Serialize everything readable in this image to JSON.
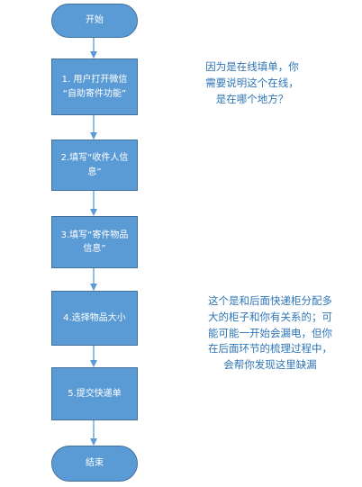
{
  "flowchart": {
    "start": "开始",
    "steps": [
      "1. 用户打开微信\n“自助寄件功能”",
      "2.填写“收件人信\n息”",
      "3.填写“寄件物品\n信息”",
      "4.选择物品大小",
      "5.提交快递单"
    ],
    "end": "结束"
  },
  "comments": {
    "note_1": "因为是在线填单，你\n需要说明这个在线，\n是在哪个地方？",
    "note_2": "这个是和后面快递柜分配多\n大的柜子和你有关系的；可\n能可能一开始会漏电，但你\n在后面环节的梳理过程中，\n会帮你发现这里缺漏"
  },
  "colors": {
    "node_fill": "#5b9bd5",
    "node_border": "#41719c",
    "arrow": "#5b9bd5",
    "comment_text": "#2e75b6"
  }
}
